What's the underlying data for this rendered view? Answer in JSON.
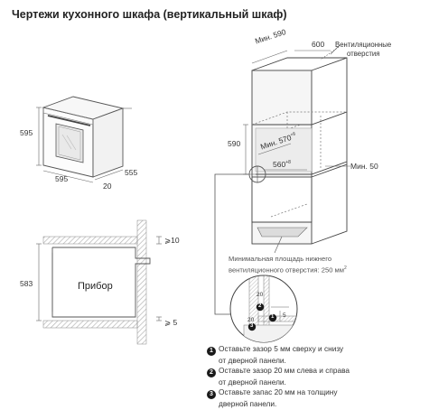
{
  "title": "Чертежи кухонного шкафа (вертикальный шкаф)",
  "oven": {
    "height": "595",
    "width": "595",
    "depth": "555",
    "door": "20"
  },
  "section": {
    "height": "583",
    "gap_top": "⩾10",
    "gap_bottom": "⩾ 5",
    "device_label": "Прибор"
  },
  "cabinet": {
    "min_width": "Мин. 590",
    "depth": "600",
    "vent_label_1": "Вентиляционные",
    "vent_label_2": "отверстия",
    "niche_height": "590",
    "min_depth": "Мин. 570",
    "min_depth_sup": "+8",
    "inner_width": "560",
    "inner_width_sup": "+8",
    "min_bottom": "Мин. 50"
  },
  "vent_note": {
    "line1": "Минимальная площадь нижнего",
    "line2": "вентиляционного отверстия: 250 мм",
    "sup": "2"
  },
  "detail": {
    "gap1": "20",
    "gap2": "20",
    "gap3": "5",
    "marker1": "1",
    "marker2": "2",
    "marker3": "3"
  },
  "instructions": [
    {
      "num": "1",
      "line1": "Оставьте зазор 5 мм сверху и снизу",
      "line2": "от дверной панели."
    },
    {
      "num": "2",
      "line1": "Оставьте зазор 20 мм слева и справа",
      "line2": "от дверной панели."
    },
    {
      "num": "3",
      "line1": "Оставьте запас 20 мм на толщину",
      "line2": "дверной панели."
    }
  ]
}
